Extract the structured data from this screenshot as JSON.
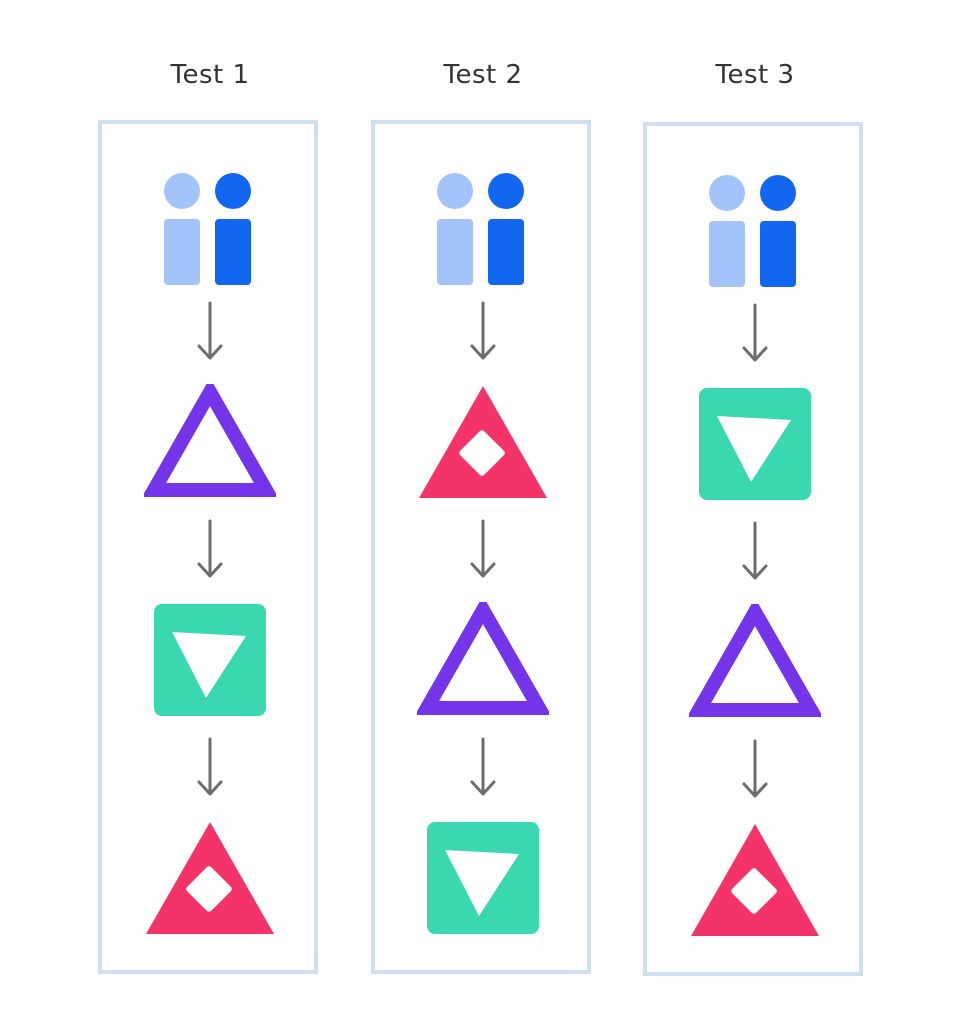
{
  "colors": {
    "frame": "#cfe0f5",
    "person_light": "#a3c4fa",
    "person_dark": "#1267f0",
    "purple": "#7434ea",
    "pink": "#f43369",
    "teal": "#3ad8b1",
    "arrow": "#6d6d6d",
    "text": "#333333"
  },
  "columns": [
    {
      "title": "Test 1",
      "sequence": [
        "users-icon",
        "arrow-down-icon",
        "purple-triangle-icon",
        "arrow-down-icon",
        "green-square-icon",
        "arrow-down-icon",
        "pink-triangle-icon"
      ]
    },
    {
      "title": "Test 2",
      "sequence": [
        "users-icon",
        "arrow-down-icon",
        "pink-triangle-icon",
        "arrow-down-icon",
        "purple-triangle-icon",
        "arrow-down-icon",
        "green-square-icon"
      ]
    },
    {
      "title": "Test 3",
      "sequence": [
        "users-icon",
        "arrow-down-icon",
        "green-square-icon",
        "arrow-down-icon",
        "purple-triangle-icon",
        "arrow-down-icon",
        "pink-triangle-icon"
      ]
    }
  ]
}
